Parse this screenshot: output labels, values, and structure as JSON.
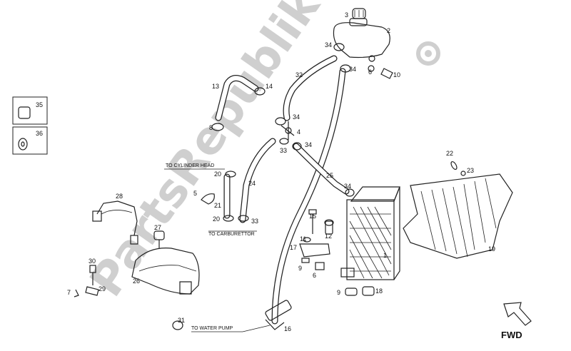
{
  "watermark": {
    "text": "PartsRepublik",
    "color": "#cfcfcf"
  },
  "captions": {
    "to_cylinder_head": "TO CYLINDER HEAD",
    "to_carburettor": "TO CARBURETTOR",
    "to_water_pump": "TO WATER PUMP"
  },
  "fwd": "FWD",
  "legend_boxes": [
    {
      "number": "35"
    },
    {
      "number": "36"
    }
  ],
  "callouts": [
    {
      "id": "c3",
      "text": "3"
    },
    {
      "id": "c2",
      "text": "2"
    },
    {
      "id": "c34a",
      "text": "34"
    },
    {
      "id": "c34b",
      "text": "34"
    },
    {
      "id": "c6a",
      "text": "6"
    },
    {
      "id": "c10",
      "text": "10"
    },
    {
      "id": "c32",
      "text": "32"
    },
    {
      "id": "c13",
      "text": "13"
    },
    {
      "id": "c14",
      "text": "14"
    },
    {
      "id": "c34c",
      "text": "34"
    },
    {
      "id": "c4",
      "text": "4"
    },
    {
      "id": "c8",
      "text": "8"
    },
    {
      "id": "c33a",
      "text": "33"
    },
    {
      "id": "c34d",
      "text": "34"
    },
    {
      "id": "c22",
      "text": "22"
    },
    {
      "id": "c23",
      "text": "23"
    },
    {
      "id": "c20a",
      "text": "20"
    },
    {
      "id": "c24",
      "text": "24"
    },
    {
      "id": "c25",
      "text": "25"
    },
    {
      "id": "c34e",
      "text": "34"
    },
    {
      "id": "c28",
      "text": "28"
    },
    {
      "id": "c5",
      "text": "5"
    },
    {
      "id": "c21",
      "text": "21"
    },
    {
      "id": "c20b",
      "text": "20"
    },
    {
      "id": "c33b",
      "text": "33"
    },
    {
      "id": "c15",
      "text": "15"
    },
    {
      "id": "c12",
      "text": "12"
    },
    {
      "id": "c27",
      "text": "27"
    },
    {
      "id": "c11",
      "text": "11"
    },
    {
      "id": "c17",
      "text": "17"
    },
    {
      "id": "c1",
      "text": "1"
    },
    {
      "id": "c19",
      "text": "19"
    },
    {
      "id": "c9a",
      "text": "9"
    },
    {
      "id": "c6b",
      "text": "6"
    },
    {
      "id": "c30",
      "text": "30"
    },
    {
      "id": "c26",
      "text": "26"
    },
    {
      "id": "c7",
      "text": "7"
    },
    {
      "id": "c29",
      "text": "29"
    },
    {
      "id": "c9b",
      "text": "9"
    },
    {
      "id": "c18",
      "text": "18"
    },
    {
      "id": "c31",
      "text": "31"
    },
    {
      "id": "c16",
      "text": "16"
    }
  ]
}
